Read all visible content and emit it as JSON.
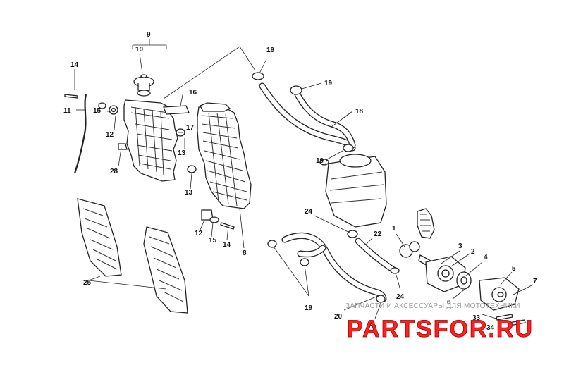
{
  "diagram": {
    "callouts": [
      "9",
      "10",
      "14",
      "11",
      "15",
      "12",
      "28",
      "16",
      "17",
      "13",
      "13",
      "12",
      "15",
      "14",
      "8",
      "25",
      "19",
      "19",
      "18",
      "19",
      "24",
      "22",
      "1",
      "2",
      "3",
      "4",
      "5",
      "7",
      "6",
      "24",
      "19",
      "20",
      "21",
      "33",
      "34"
    ]
  },
  "watermark": {
    "tagline": "ЗАПЧАСТИ И АКСЕССУАРЫ ДЛЯ МОТОТЕХНИКИ",
    "brand": "PARTSFOR.RU",
    "brand_color": "#ff1f1f"
  }
}
